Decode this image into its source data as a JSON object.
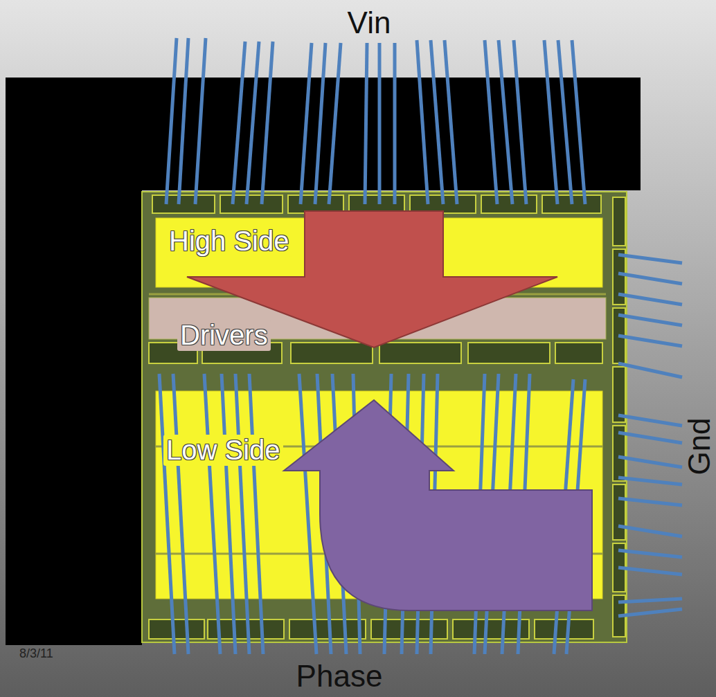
{
  "diagram": {
    "nodes": [
      {
        "text": [
          "High Side"
        ]
      },
      {
        "text": [
          "Drivers"
        ]
      },
      {
        "text": [
          "Low Side"
        ]
      }
    ],
    "labels": [
      "Vin",
      "Gnd",
      "Phase",
      "8/3/11"
    ]
  }
}
